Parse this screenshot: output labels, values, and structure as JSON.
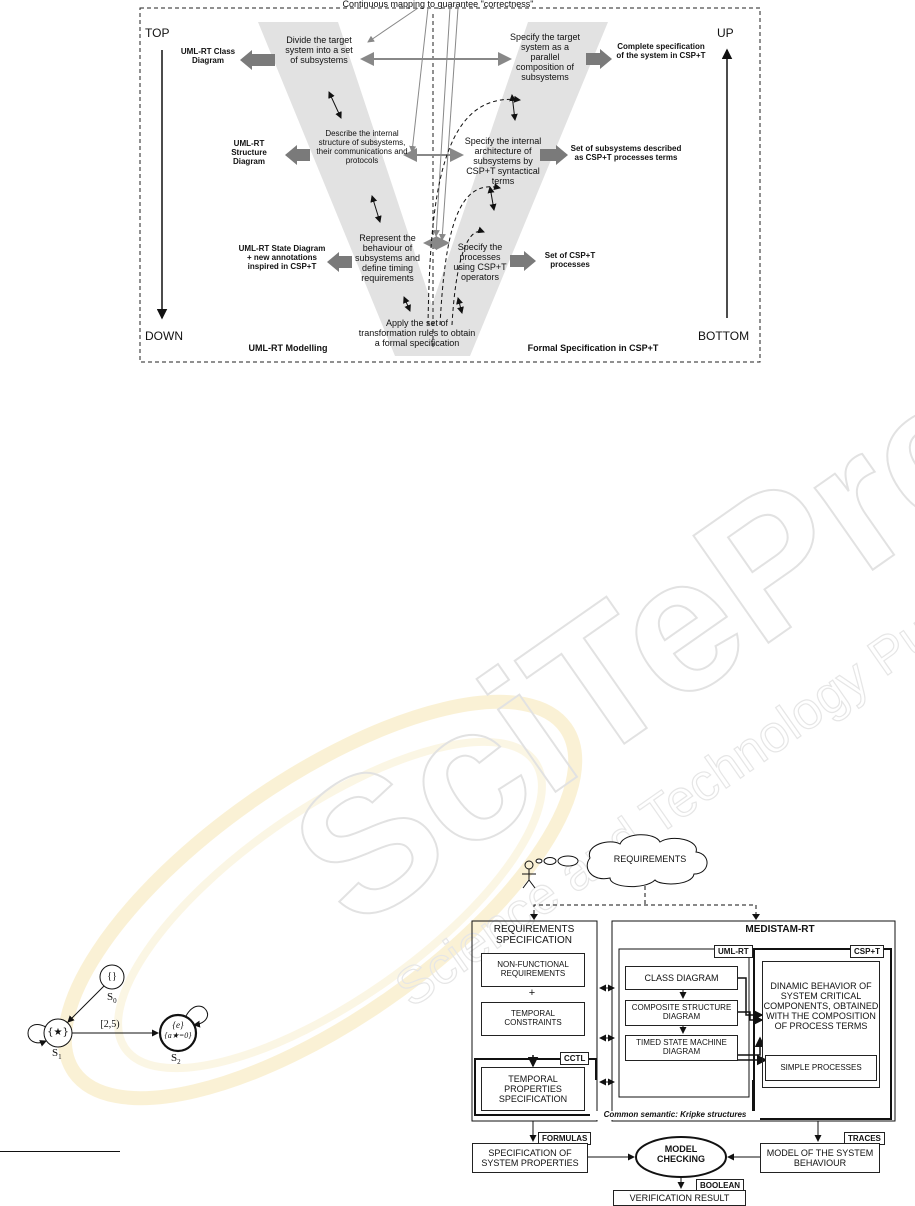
{
  "vmodel": {
    "top_caption": "Continuous mapping to guarantee \"correctness\"",
    "left_top": "TOP",
    "left_bottom": "DOWN",
    "right_top": "UP",
    "right_bottom": "BOTTOM",
    "left_footer": "UML-RT Modelling",
    "right_footer": "Formal Specification in CSP+T",
    "left_steps": [
      "Divide the target system into a set of subsystems",
      "Describe the internal structure of subsystems, their communications and protocols",
      "Represent the behaviour of subsystems and define timing requirements"
    ],
    "right_steps": [
      "Specify the target system as a parallel composition of subsystems",
      "Specify the internal architecture of subsystems by CSP+T syntactical terms",
      "Specify the processes using CSP+T operators"
    ],
    "bottom_step": "Apply the set of transformation rules to obtain a formal specification",
    "left_outputs": [
      "UML-RT Class Diagram",
      "UML-RT Structure Diagram",
      "UML-RT State Diagram + new annotations inspired in CSP+T"
    ],
    "right_outputs": [
      "Complete specification of the system in CSP+T",
      "Set of subsystems described as CSP+T processes terms",
      "Set of CSP+T processes"
    ]
  },
  "watermark": {
    "line1": "SciTePress",
    "line2": "Science and Technology Publications"
  },
  "automaton": {
    "s0_label": "{}",
    "s0_name": "S",
    "s0_sub": "0",
    "s1_label": "{★}",
    "s1_name": "S",
    "s1_sub": "1",
    "s2_label1": "{e}",
    "s2_label2": "{a★=0}",
    "s2_name": "S",
    "s2_sub": "2",
    "edge_label": "[2,5)"
  },
  "medistam": {
    "cloud": "REQUIREMENTS",
    "req_title": "REQUIREMENTS SPECIFICATION",
    "nonfunc": "NON-FUNCTIONAL REQUIREMENTS",
    "plus": "+",
    "temporal": "TEMPORAL CONSTRAINTS",
    "cctl_tag": "CCTL",
    "temporal_props": "TEMPORAL PROPERTIES SPECIFICATION",
    "medistam_title": "MEDISTAM-RT",
    "umlrt_tag": "UML-RT",
    "class_diag": "CLASS DIAGRAM",
    "composite": "COMPOSITE STRUCTURE DIAGRAM",
    "timed": "TIMED STATE MACHINE DIAGRAM",
    "csp_tag": "CSP+T",
    "dinamic": "DINAMIC BEHAVIOR OF SYSTEM CRITICAL COMPONENTS, OBTAINED WITH THE COMPOSITION OF PROCESS TERMS",
    "simple": "SIMPLE PROCESSES",
    "common": "Common semantic: Kripke structures",
    "formulas_tag": "FORMULAS",
    "spec_props": "SPECIFICATION OF SYSTEM PROPERTIES",
    "model_checking": "MODEL CHECKING",
    "traces_tag": "TRACES",
    "model_behaviour": "MODEL OF THE SYSTEM BEHAVIOUR",
    "boolean_tag": "BOOLEAN",
    "verification": "VERIFICATION RESULT"
  }
}
